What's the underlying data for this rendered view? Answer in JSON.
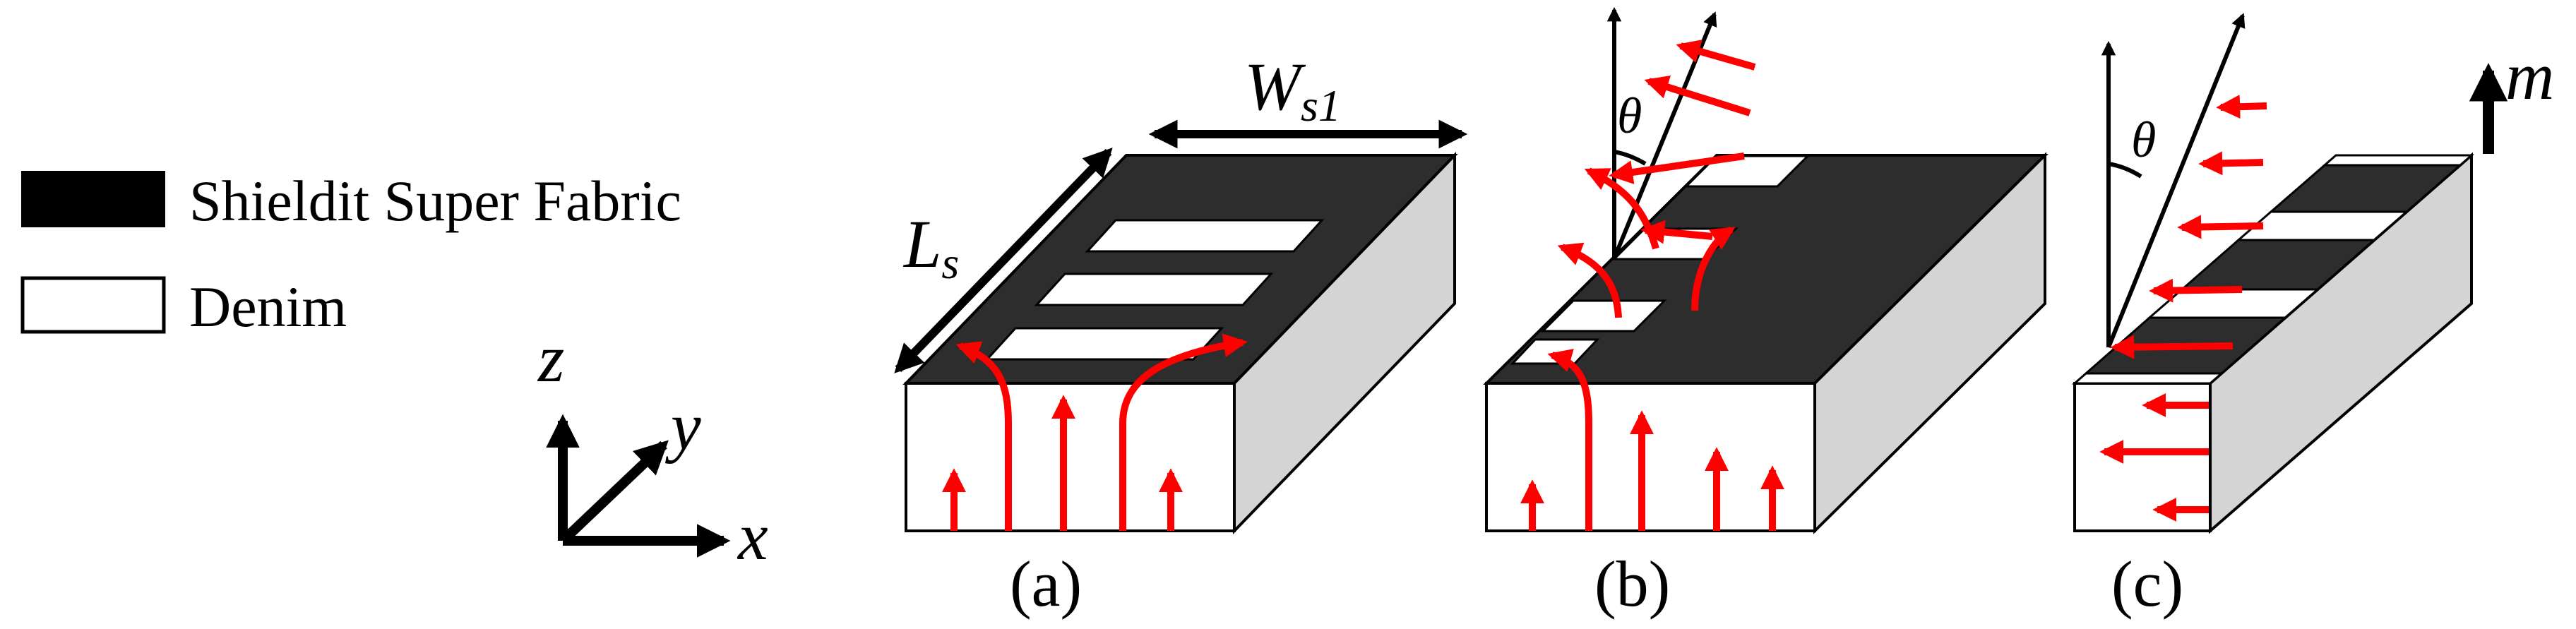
{
  "legend": {
    "items": [
      {
        "label": "Shieldit Super Fabric",
        "swatch_color": "#000000"
      },
      {
        "label": "Denim",
        "swatch_color": "#ffffff"
      }
    ]
  },
  "axes": {
    "z": "z",
    "y": "y",
    "x": "x"
  },
  "panels": {
    "a": {
      "label": "(a)",
      "length_symbol": "L",
      "length_subscript": "s",
      "width_symbol": "W",
      "width_subscript": "s1"
    },
    "b": {
      "label": "(b)",
      "angle_symbol": "θ"
    },
    "c": {
      "label": "(c)",
      "angle_symbol": "θ",
      "moment_symbol": "m"
    }
  },
  "colors": {
    "field_arrow": "#ff0000",
    "fabric_top": "#2d2d2d",
    "side_face": "#d4d4d4",
    "denim": "#ffffff"
  }
}
